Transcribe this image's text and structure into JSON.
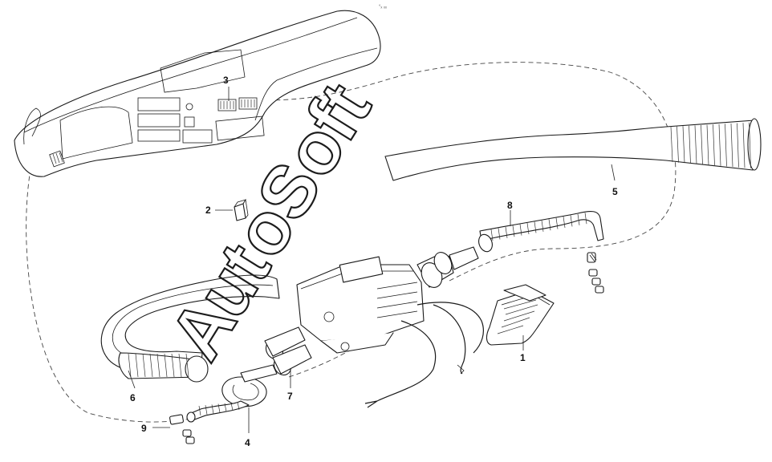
{
  "watermark": {
    "text": "AutoSoft",
    "letters": [
      "A",
      "u",
      "t",
      "o",
      "S",
      "o",
      "f",
      "t"
    ]
  },
  "corner_mark": "°ₓ ₓₓ",
  "callouts": [
    {
      "id": "1",
      "label": "1"
    },
    {
      "id": "2",
      "label": "2"
    },
    {
      "id": "3",
      "label": "3"
    },
    {
      "id": "4",
      "label": "4"
    },
    {
      "id": "5",
      "label": "5"
    },
    {
      "id": "6",
      "label": "6"
    },
    {
      "id": "7",
      "label": "7"
    },
    {
      "id": "8",
      "label": "8"
    },
    {
      "id": "9",
      "label": "9"
    }
  ]
}
